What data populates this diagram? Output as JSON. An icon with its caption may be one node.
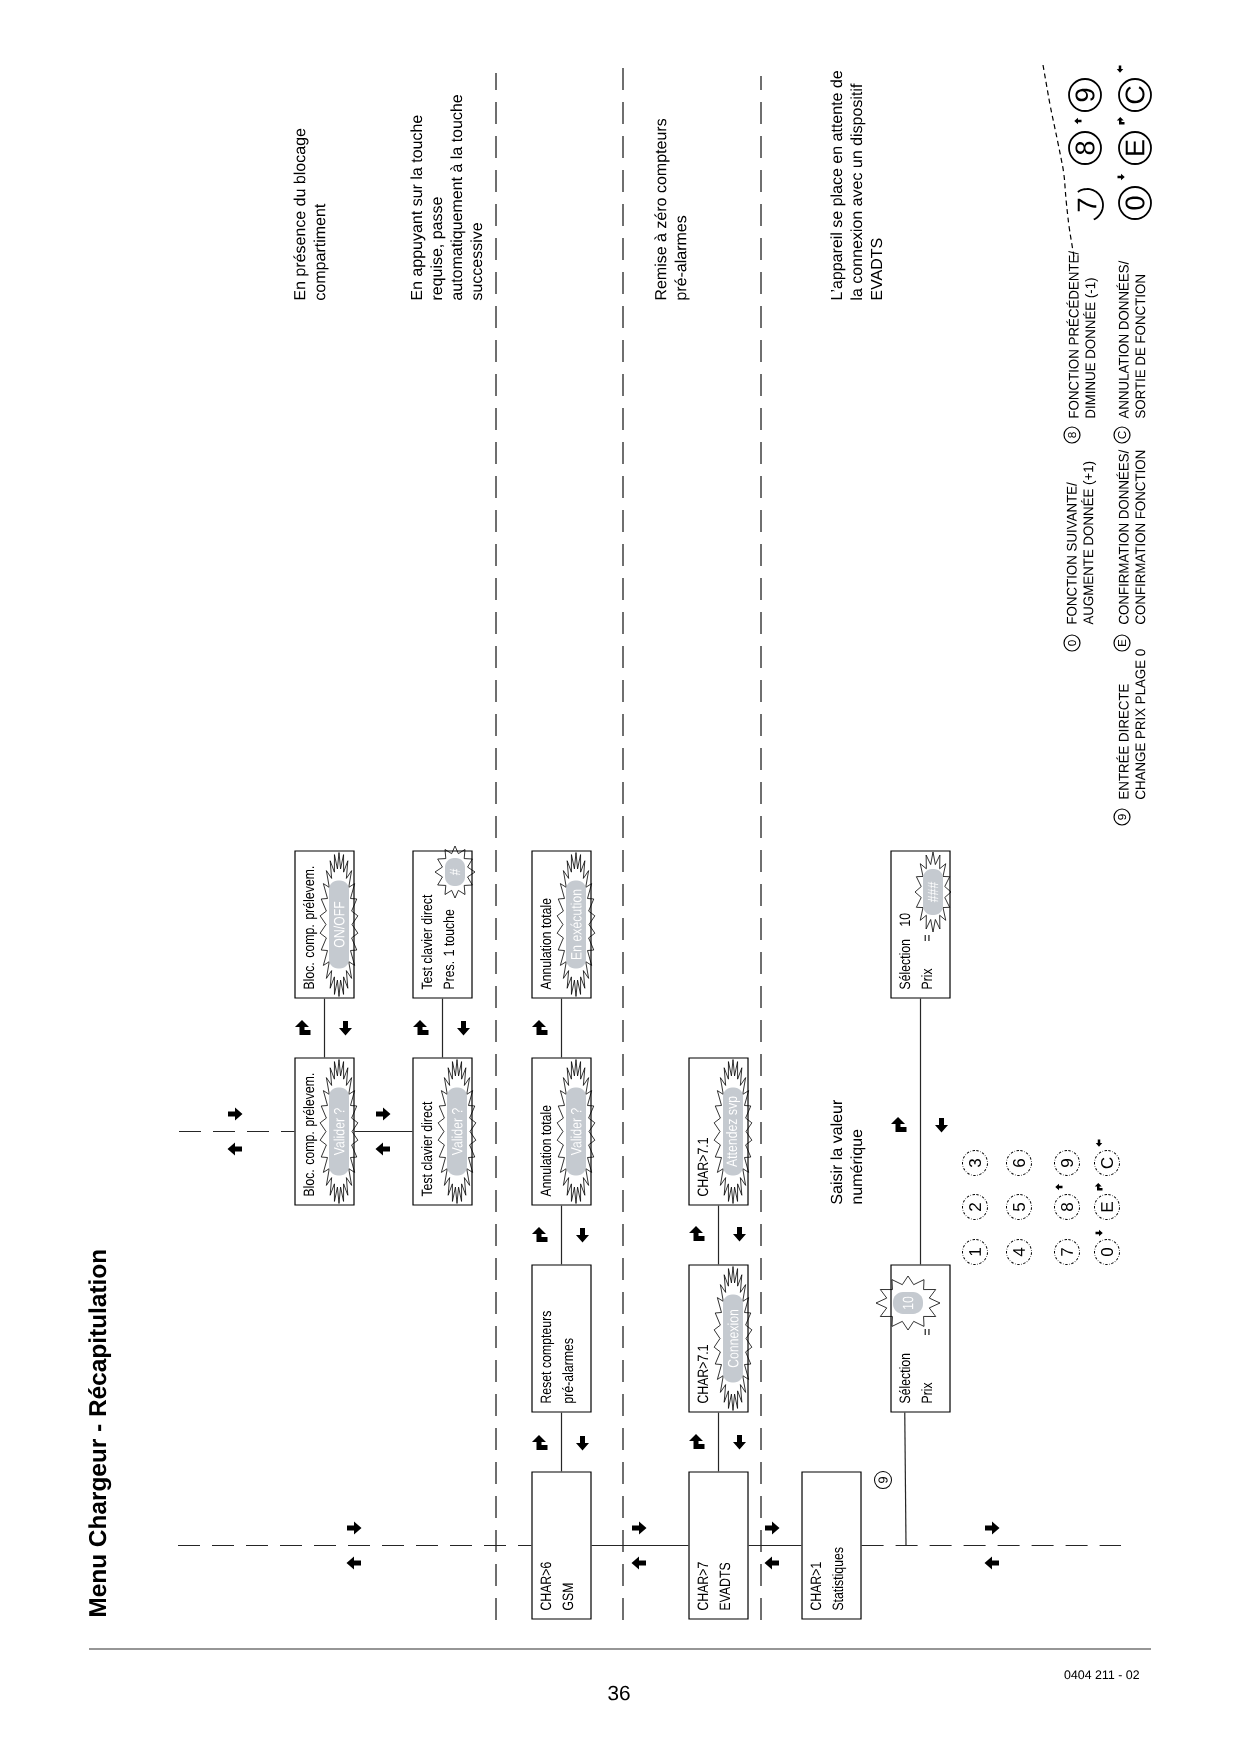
{
  "diagram": {
    "title": "Menu Chargeur - Récapitulation",
    "nodes": [
      {
        "text": [
          "Bloc. comp. prélevem.",
          "Valider ?"
        ]
      },
      {
        "text": [
          "Bloc. comp. prélevem.",
          "ON/OFF"
        ]
      },
      {
        "text": [
          "Test clavier direct",
          "Valider ?"
        ]
      },
      {
        "text": [
          "Test clavier direct",
          "Pres. 1 touche",
          "#"
        ]
      },
      {
        "text": [
          "CHAR>6",
          "GSM"
        ]
      },
      {
        "text": [
          "Reset compteurs",
          "pré-alarmes"
        ]
      },
      {
        "text": [
          "Annulation totale",
          "Valider ?"
        ]
      },
      {
        "text": [
          "Annulation totale",
          "En exécution"
        ]
      },
      {
        "text": [
          "CHAR>7",
          "EVADTS"
        ]
      },
      {
        "text": [
          "CHAR>7.1",
          "Connexion"
        ]
      },
      {
        "text": [
          "CHAR>7.1",
          "Attendez svp"
        ]
      },
      {
        "text": [
          "CHAR>1",
          "Statistiques"
        ]
      },
      {
        "text": [
          "Sélection",
          "Prix",
          "=",
          "10"
        ]
      },
      {
        "text": [
          "Sélection",
          "10",
          "Prix",
          "=",
          "###"
        ]
      }
    ],
    "edges": [
      {
        "from": null,
        "to": 0,
        "arrow": "none",
        "style": "dashed"
      },
      {
        "from": 0,
        "to": 1,
        "arrow": "none"
      },
      {
        "from": 0,
        "to": 2,
        "arrow": "none"
      },
      {
        "from": 2,
        "to": 3,
        "arrow": "none"
      },
      {
        "from": null,
        "to": 4,
        "arrow": "none",
        "style": "dashed"
      },
      {
        "from": 4,
        "to": 5,
        "arrow": "none"
      },
      {
        "from": 5,
        "to": 6,
        "arrow": "none"
      },
      {
        "from": 6,
        "to": 7,
        "arrow": "none"
      },
      {
        "from": 4,
        "to": 8,
        "arrow": "none"
      },
      {
        "from": 8,
        "to": 9,
        "arrow": "none"
      },
      {
        "from": 9,
        "to": 10,
        "arrow": "none"
      },
      {
        "from": 8,
        "to": 11,
        "arrow": "none"
      },
      {
        "from": 11,
        "to": null,
        "arrow": "none",
        "style": "dashed"
      },
      {
        "from": null,
        "to": 12,
        "arrow": "none",
        "label": "9"
      },
      {
        "from": 12,
        "to": 13,
        "arrow": "none"
      }
    ],
    "labels": [
      "En présence du blocage compartiment",
      "En appuyant sur la touche requise, passe automatiquement à la touche successive",
      "Remise à zéro compteurs pré-alarmes",
      "Saisir la valeur numérique",
      "L’appareil se place en attente de la connexion avec un dispositif EVADTS",
      "1",
      "2",
      "3",
      "4",
      "5",
      "6",
      "7",
      "8",
      "9",
      "0",
      "E",
      "C",
      "0",
      "FONCTION SUIVANTE/ AUGMENTE DONNÉE (+1)",
      "8",
      "FONCTION PRÉCÉDENTE/ DIMINUE DONNÉE (-1)",
      "9",
      "ENTRÉE DIRECTE CHANGE PRIX PLAGE 0",
      "E",
      "CONFIRMATION DONNÉES/ CONFIRMATION FONCTION",
      "C",
      "ANNULATION DONNÉES/ SORTIE DE FONCTION",
      "7",
      "8",
      "9",
      "0",
      "E",
      "C",
      "0404 211 - 02",
      "36"
    ]
  }
}
